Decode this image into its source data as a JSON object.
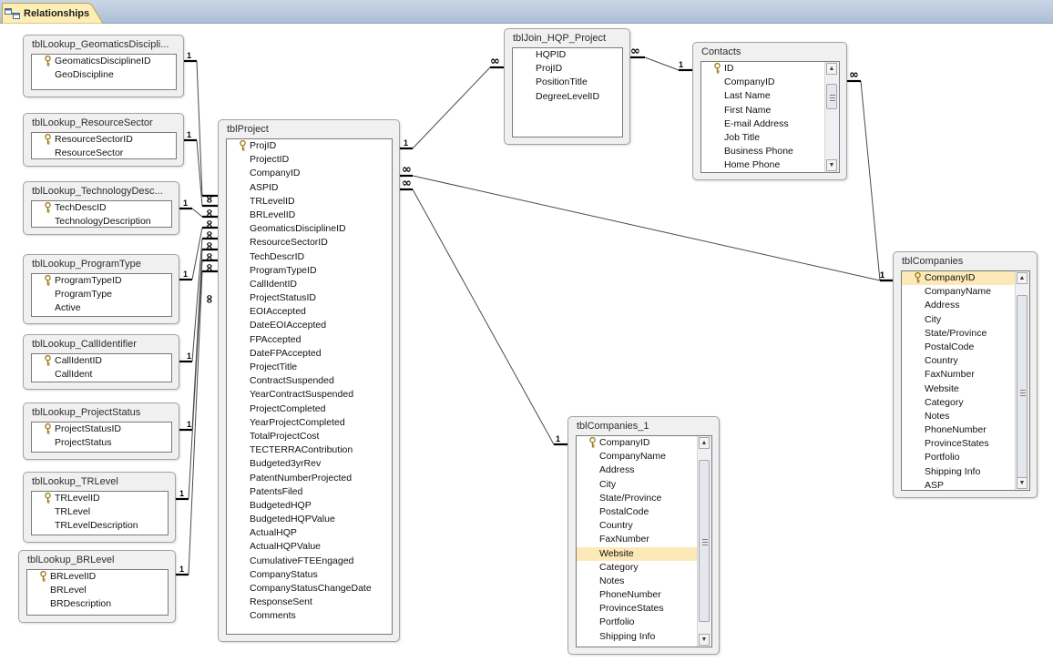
{
  "document_tab": {
    "label": "Relationships",
    "icon": "relationships-icon"
  },
  "tables": [
    {
      "id": "lookup-geomatics",
      "title": "tblLookup_GeomaticsDiscipli...",
      "fields": [
        {
          "name": "GeomaticsDisciplineID",
          "key": true
        },
        {
          "name": "GeoDiscipline"
        }
      ]
    },
    {
      "id": "lookup-resourcesector",
      "title": "tblLookup_ResourceSector",
      "fields": [
        {
          "name": "ResourceSectorID",
          "key": true
        },
        {
          "name": "ResourceSector"
        }
      ]
    },
    {
      "id": "lookup-technology",
      "title": "tblLookup_TechnologyDesc...",
      "fields": [
        {
          "name": "TechDescID",
          "key": true
        },
        {
          "name": "TechnologyDescription"
        }
      ]
    },
    {
      "id": "lookup-programtype",
      "title": "tblLookup_ProgramType",
      "fields": [
        {
          "name": "ProgramTypeID",
          "key": true
        },
        {
          "name": "ProgramType"
        },
        {
          "name": "Active"
        }
      ]
    },
    {
      "id": "lookup-callidentifier",
      "title": "tblLookup_CallIdentifier",
      "fields": [
        {
          "name": "CallIdentID",
          "key": true
        },
        {
          "name": "CallIdent"
        }
      ]
    },
    {
      "id": "lookup-projectstatus",
      "title": "tblLookup_ProjectStatus",
      "fields": [
        {
          "name": "ProjectStatusID",
          "key": true
        },
        {
          "name": "ProjectStatus"
        }
      ]
    },
    {
      "id": "lookup-trlevel",
      "title": "tblLookup_TRLevel",
      "fields": [
        {
          "name": "TRLevelID",
          "key": true
        },
        {
          "name": "TRLevel"
        },
        {
          "name": "TRLevelDescription"
        }
      ]
    },
    {
      "id": "lookup-brlevel",
      "title": "tblLookup_BRLevel",
      "fields": [
        {
          "name": "BRLevelID",
          "key": true
        },
        {
          "name": "BRLevel"
        },
        {
          "name": "BRDescription"
        }
      ]
    },
    {
      "id": "project",
      "title": "tblProject",
      "fields": [
        {
          "name": "ProjID",
          "key": true
        },
        {
          "name": "ProjectID"
        },
        {
          "name": "CompanyID"
        },
        {
          "name": "ASPID"
        },
        {
          "name": "TRLevelID"
        },
        {
          "name": "BRLevelID"
        },
        {
          "name": "GeomaticsDisciplineID"
        },
        {
          "name": "ResourceSectorID"
        },
        {
          "name": "TechDescrID"
        },
        {
          "name": "ProgramTypeID"
        },
        {
          "name": "CallIdentID"
        },
        {
          "name": "ProjectStatusID"
        },
        {
          "name": "EOIAccepted"
        },
        {
          "name": "DateEOIAccepted"
        },
        {
          "name": "FPAccepted"
        },
        {
          "name": "DateFPAccepted"
        },
        {
          "name": "ProjectTitle"
        },
        {
          "name": "ContractSuspended"
        },
        {
          "name": "YearContractSuspended"
        },
        {
          "name": "ProjectCompleted"
        },
        {
          "name": "YearProjectCompleted"
        },
        {
          "name": "TotalProjectCost"
        },
        {
          "name": "TECTERRAContribution"
        },
        {
          "name": "Budgeted3yrRev"
        },
        {
          "name": "PatentNumberProjected"
        },
        {
          "name": "PatentsFiled"
        },
        {
          "name": "BudgetedHQP"
        },
        {
          "name": "BudgetedHQPValue"
        },
        {
          "name": "ActualHQP"
        },
        {
          "name": "ActualHQPValue"
        },
        {
          "name": "CumulativeFTEEngaged"
        },
        {
          "name": "CompanyStatus"
        },
        {
          "name": "CompanyStatusChangeDate"
        },
        {
          "name": "ResponseSent"
        },
        {
          "name": "Comments"
        }
      ]
    },
    {
      "id": "join-hqp",
      "title": "tblJoin_HQP_Project",
      "fields": [
        {
          "name": "HQPID"
        },
        {
          "name": "ProjID"
        },
        {
          "name": "PositionTitle"
        },
        {
          "name": "DegreeLevelID"
        }
      ]
    },
    {
      "id": "contacts",
      "title": "Contacts",
      "fields": [
        {
          "name": "ID",
          "key": true
        },
        {
          "name": "CompanyID"
        },
        {
          "name": "Last Name"
        },
        {
          "name": "First Name"
        },
        {
          "name": "E-mail Address"
        },
        {
          "name": "Job Title"
        },
        {
          "name": "Business Phone"
        },
        {
          "name": "Home Phone"
        }
      ]
    },
    {
      "id": "companies",
      "title": "tblCompanies",
      "fields": [
        {
          "name": "CompanyID",
          "key": true,
          "selected": true
        },
        {
          "name": "CompanyName"
        },
        {
          "name": "Address"
        },
        {
          "name": "City"
        },
        {
          "name": "State/Province"
        },
        {
          "name": "PostalCode"
        },
        {
          "name": "Country"
        },
        {
          "name": "FaxNumber"
        },
        {
          "name": "Website"
        },
        {
          "name": "Category"
        },
        {
          "name": "Notes"
        },
        {
          "name": "PhoneNumber"
        },
        {
          "name": "ProvinceStates"
        },
        {
          "name": "Portfolio"
        },
        {
          "name": "Shipping Info"
        },
        {
          "name": "ASP"
        }
      ]
    },
    {
      "id": "companies1",
      "title": "tblCompanies_1",
      "fields": [
        {
          "name": "CompanyID",
          "key": true
        },
        {
          "name": "CompanyName"
        },
        {
          "name": "Address"
        },
        {
          "name": "City"
        },
        {
          "name": "State/Province"
        },
        {
          "name": "PostalCode"
        },
        {
          "name": "Country"
        },
        {
          "name": "FaxNumber"
        },
        {
          "name": "Website",
          "selected": true
        },
        {
          "name": "Category"
        },
        {
          "name": "Notes"
        },
        {
          "name": "PhoneNumber"
        },
        {
          "name": "ProvinceStates"
        },
        {
          "name": "Portfolio"
        },
        {
          "name": "Shipping Info"
        }
      ]
    }
  ],
  "relationships": [
    {
      "from": "lookup-geomatics",
      "to": "project",
      "one_label": "1",
      "many_label": "∞"
    },
    {
      "from": "lookup-resourcesector",
      "to": "project",
      "one_label": "1",
      "many_label": "∞"
    },
    {
      "from": "lookup-technology",
      "to": "project",
      "one_label": "1",
      "many_label": "∞"
    },
    {
      "from": "lookup-programtype",
      "to": "project",
      "one_label": "1",
      "many_label": "∞"
    },
    {
      "from": "lookup-callidentifier",
      "to": "project",
      "one_label": "1",
      "many_label": "∞"
    },
    {
      "from": "lookup-projectstatus",
      "to": "project",
      "one_label": "1",
      "many_label": "∞"
    },
    {
      "from": "lookup-trlevel",
      "to": "project",
      "one_label": "1",
      "many_label": "∞"
    },
    {
      "from": "lookup-brlevel",
      "to": "project",
      "one_label": "1",
      "many_label": "∞"
    },
    {
      "from": "project",
      "to": "join-hqp",
      "one_label": "1",
      "many_label": "∞"
    },
    {
      "from": "contacts",
      "to": "join-hqp",
      "one_label": "1",
      "many_label": "∞"
    },
    {
      "from": "companies",
      "to": "contacts",
      "one_label": "1",
      "many_label": "∞"
    },
    {
      "from": "companies",
      "to": "project",
      "one_label": "1",
      "many_label": "∞"
    },
    {
      "from": "companies1",
      "to": "project",
      "one_label": "1",
      "many_label": "∞"
    }
  ]
}
